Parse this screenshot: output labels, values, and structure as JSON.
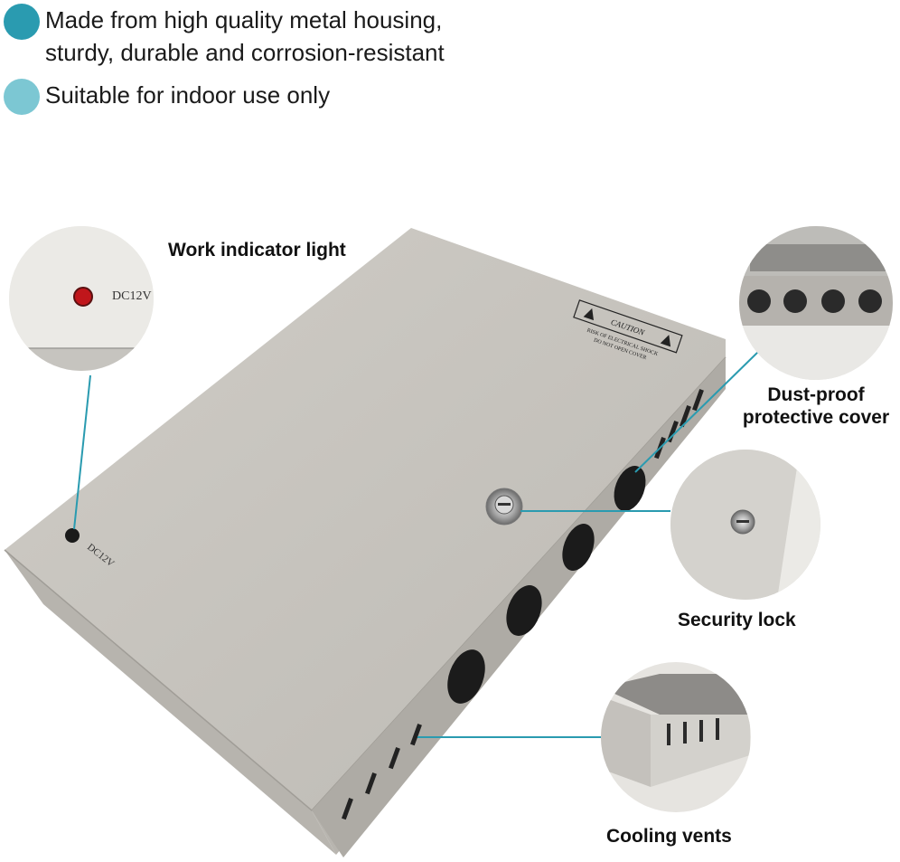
{
  "bullets": [
    {
      "lines": [
        "Made from high quality metal housing,",
        "sturdy, durable and corrosion-resistant"
      ],
      "dot_color": "#2a9bb0"
    },
    {
      "lines": [
        "Suitable for indoor use only"
      ],
      "dot_color": "#7cc7d3"
    }
  ],
  "callouts": {
    "work_light": "Work indicator light",
    "dust_cover": [
      "Dust-proof",
      "protective cover"
    ],
    "security_lock": "Security lock",
    "cooling_vents": "Cooling vents"
  },
  "product_markings": {
    "dc_label": "DC12V",
    "caution_title": "CAUTION",
    "caution_line1": "RISK OF ELECTRICAL SHOCK",
    "caution_line2": "DO NOT OPEN COVER"
  },
  "colors": {
    "leader_line": "#2a9bb0",
    "housing_top": "#c9c6c0",
    "housing_side": "#b3b0aa",
    "indicator": "#c0161b"
  }
}
